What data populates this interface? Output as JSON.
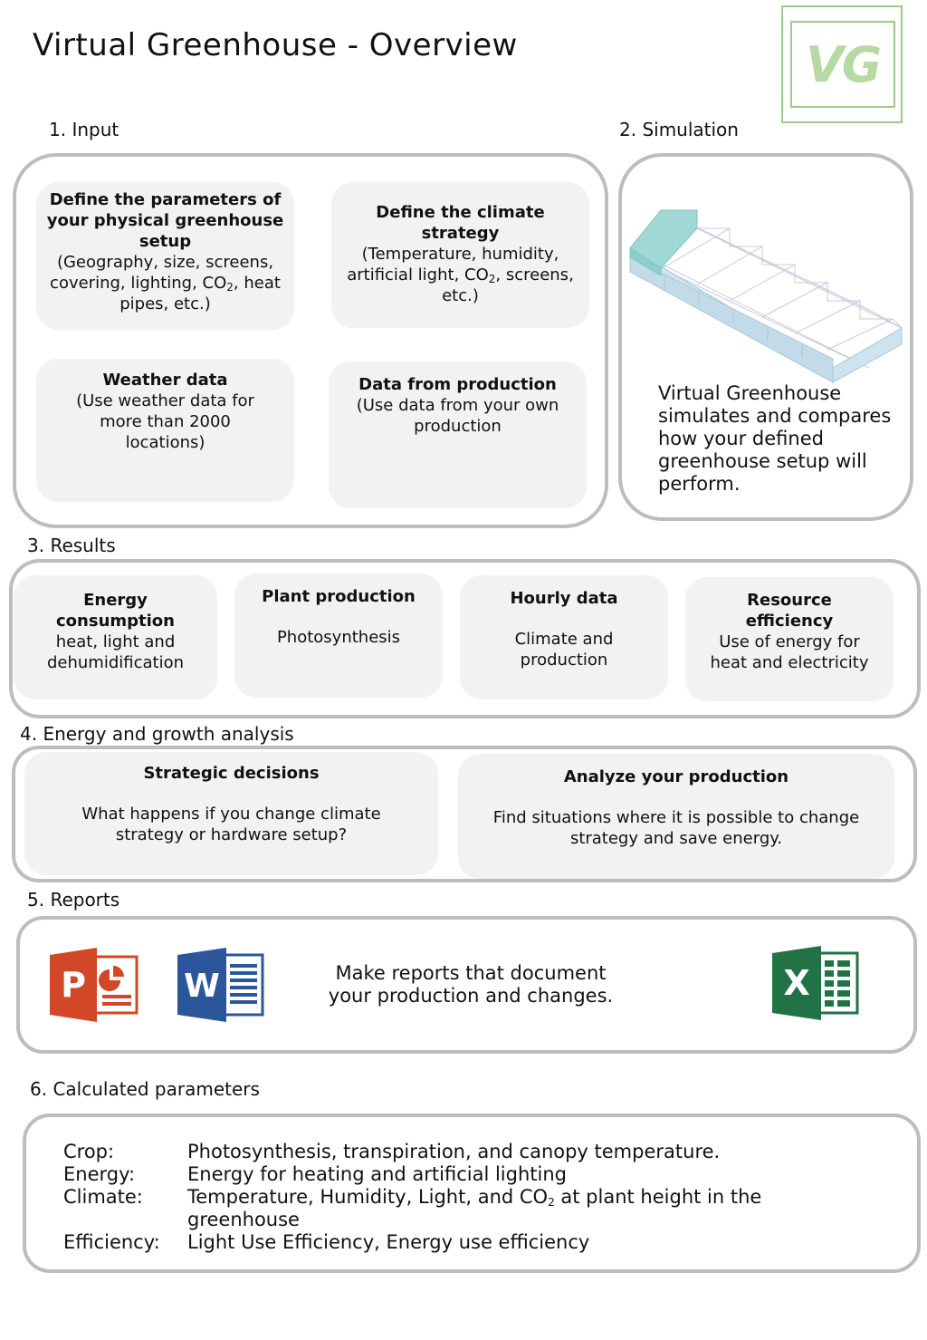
{
  "title": "Virtual Greenhouse - Overview",
  "logo": {
    "text": "VG",
    "color": "#9ccb84"
  },
  "sections": {
    "input": {
      "label": "1. Input"
    },
    "simulation": {
      "label": "2. Simulation",
      "text": "Virtual Greenhouse\nsimulates and compares\nhow your defined\ngreenhouse setup will\nperform."
    },
    "results": {
      "label": "3. Results"
    },
    "analysis": {
      "label": "4. Energy and growth analysis"
    },
    "reports": {
      "label": "5. Reports",
      "text": "Make reports that document\nyour production and changes."
    },
    "parameters": {
      "label": "6. Calculated parameters"
    }
  },
  "input_cards": [
    {
      "title": "Define the parameters of your physical greenhouse setup",
      "body_pre": "(Geography, size, screens, covering, lighting, CO",
      "body_sub": "2",
      "body_post": ", heat pipes, etc.)"
    },
    {
      "title": "Define the climate strategy",
      "body_pre": "(Temperature, humidity, artificial light, CO",
      "body_sub": "2",
      "body_post": ", screens, etc.)"
    },
    {
      "title": "Weather data",
      "body": "(Use weather data for more than 2000 locations)"
    },
    {
      "title": "Data from production",
      "body": "(Use data from your own production"
    }
  ],
  "result_cards": [
    {
      "title": "Energy consumption",
      "body": "heat, light and dehumidification"
    },
    {
      "title": "Plant production",
      "body": "Photosynthesis"
    },
    {
      "title": "Hourly data",
      "body": "Climate and production"
    },
    {
      "title": "Resource efficiency",
      "body": "Use of energy for heat and electricity"
    }
  ],
  "analysis_cards": [
    {
      "title": "Strategic decisions",
      "body": "What happens if you change climate strategy or hardware setup?"
    },
    {
      "title": "Analyze your production",
      "body": "Find situations where it is possible to change strategy and save energy."
    }
  ],
  "report_icons": [
    {
      "name": "powerpoint-icon",
      "letter": "P",
      "color": "#d24726"
    },
    {
      "name": "word-icon",
      "letter": "W",
      "color": "#2b579a"
    },
    {
      "name": "excel-icon",
      "letter": "X",
      "color": "#217346"
    }
  ],
  "parameters": [
    {
      "label": "Crop:",
      "value": "Photosynthesis, transpiration, and canopy temperature."
    },
    {
      "label": "Energy:",
      "value": "Energy for heating and artificial lighting"
    },
    {
      "label": "Climate:",
      "value_pre": "Temperature, Humidity,  Light, and CO",
      "value_sub": "2",
      "value_post": " at plant height in the greenhouse"
    },
    {
      "label": "Efficiency:",
      "value": "Light Use Efficiency, Energy use efficiency"
    }
  ]
}
